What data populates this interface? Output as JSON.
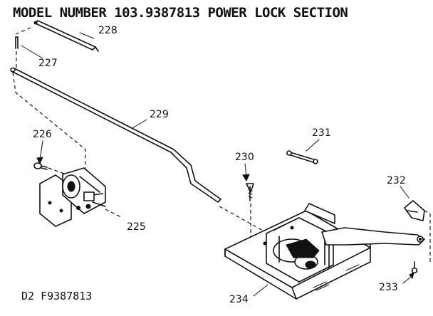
{
  "header": {
    "title": "MODEL NUMBER 103.9387813  POWER LOCK SECTION"
  },
  "footer": {
    "code": "D2  F9387813"
  },
  "parts": [
    {
      "number": "225"
    },
    {
      "number": "226"
    },
    {
      "number": "227"
    },
    {
      "number": "228"
    },
    {
      "number": "229"
    },
    {
      "number": "230"
    },
    {
      "number": "231"
    },
    {
      "number": "232"
    },
    {
      "number": "233"
    },
    {
      "number": "234"
    }
  ]
}
